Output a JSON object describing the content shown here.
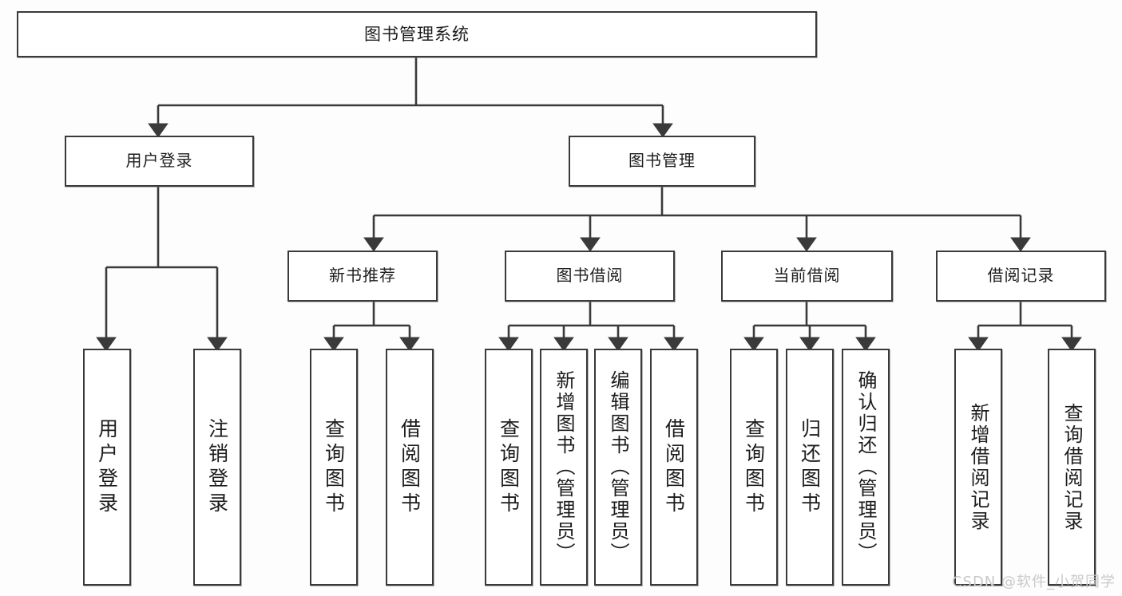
{
  "diagram": {
    "title": "图书管理系统",
    "type": "tree",
    "root": {
      "id": "root",
      "label": "图书管理系统"
    },
    "level2": [
      {
        "id": "user-login",
        "label": "用户登录"
      },
      {
        "id": "book-manage",
        "label": "图书管理"
      }
    ],
    "level3": [
      {
        "id": "new-book-rec",
        "label": "新书推荐",
        "parent": "book-manage"
      },
      {
        "id": "book-borrow",
        "label": "图书借阅",
        "parent": "book-manage"
      },
      {
        "id": "current-borrow",
        "label": "当前借阅",
        "parent": "book-manage"
      },
      {
        "id": "borrow-record",
        "label": "借阅记录",
        "parent": "book-manage"
      }
    ],
    "leaves": [
      {
        "id": "leaf-user-login",
        "label": "用户登录",
        "parent": "user-login"
      },
      {
        "id": "leaf-user-logout",
        "label": "注销登录",
        "parent": "user-login"
      },
      {
        "id": "leaf-query-book-1",
        "label": "查询图书",
        "parent": "new-book-rec"
      },
      {
        "id": "leaf-borrow-book-1",
        "label": "借阅图书",
        "parent": "new-book-rec"
      },
      {
        "id": "leaf-query-book-2",
        "label": "查询图书",
        "parent": "book-borrow"
      },
      {
        "id": "leaf-add-book",
        "label": "新增图书（管理员）",
        "parent": "book-borrow"
      },
      {
        "id": "leaf-edit-book",
        "label": "编辑图书（管理员）",
        "parent": "book-borrow"
      },
      {
        "id": "leaf-borrow-book-2",
        "label": "借阅图书",
        "parent": "book-borrow"
      },
      {
        "id": "leaf-query-book-3",
        "label": "查询图书",
        "parent": "current-borrow"
      },
      {
        "id": "leaf-return-book",
        "label": "归还图书",
        "parent": "current-borrow"
      },
      {
        "id": "leaf-confirm-return",
        "label": "确认归还（管理员）",
        "parent": "current-borrow"
      },
      {
        "id": "leaf-add-record",
        "label": "新增借阅记录",
        "parent": "borrow-record"
      },
      {
        "id": "leaf-query-record",
        "label": "查询借阅记录",
        "parent": "borrow-record"
      }
    ],
    "colors": {
      "border": "#3a3a3a",
      "node_background": "#ffffff",
      "canvas_background": "#fdfdfd",
      "text": "#1d1d1d",
      "watermark": "#c9c9c9"
    }
  },
  "watermark": {
    "text": "CSDN @软件_小贺同学"
  }
}
